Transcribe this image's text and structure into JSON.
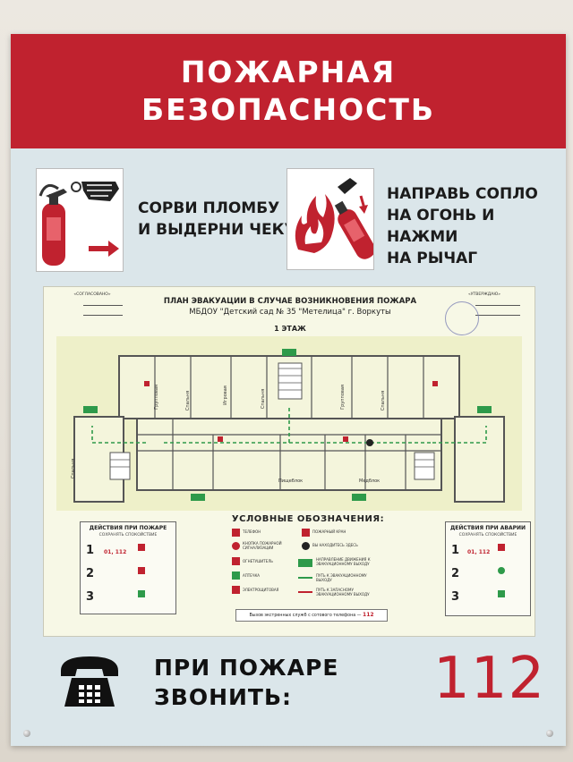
{
  "header": {
    "line1": "ПОЖАРНАЯ",
    "line2": "БЕЗОПАСНОСТЬ"
  },
  "instructions": [
    {
      "line1": "СОРВИ ПЛОМБУ",
      "line2": "И ВЫДЕРНИ ЧЕКУ",
      "icon": "extinguisher-pin-icon"
    },
    {
      "line1": "НАПРАВЬ СОПЛО",
      "line2": "НА ОГОНЬ И НАЖМИ",
      "line3": "НА РЫЧАГ",
      "icon": "extinguisher-spray-icon"
    }
  ],
  "plan": {
    "title": "ПЛАН ЭВАКУАЦИИ В СЛУЧАЕ ВОЗНИКНОВЕНИЯ ПОЖАРА",
    "subtitle": "МБДОУ \"Детский сад № 35 \"Метелица\" г. Воркуты",
    "floor": "1 ЭТАЖ",
    "approved_left": "«СОГЛАСОВАНО»",
    "approved_right": "«УТВЕРЖДАЮ»",
    "legend_title": "УСЛОВНЫЕ ОБОЗНАЧЕНИЯ:",
    "rooms": [
      "Групповая",
      "Спальня",
      "Игровая",
      "Спальня",
      "Групповая",
      "Спальня",
      "Медблок",
      "Пищеблок",
      "Спальня"
    ],
    "legend": [
      "ТЕЛЕФОН",
      "КНОПКА ПОЖАРНОЙ СИГНАЛИЗАЦИИ",
      "ОГНЕТУШИТЕЛЬ",
      "АПТЕЧКА",
      "ЭЛЕКТРОЩИТОВАЯ",
      "ПОЖАРНЫЙ КРАН",
      "ВЫ НАХОДИТЕСЬ ЗДЕСЬ",
      "НАПРАВЛЕНИЕ ДВИЖЕНИЯ К ЭВАКУАЦИОННОМУ ВЫХОДУ",
      "ПУТЬ К ЭВАКУАЦИОННОМУ ВЫХОДУ",
      "ПУТЬ К ЗАПАСНОМУ ЭВАКУАЦИОННОМУ ВЫХОДУ"
    ],
    "fire_actions": {
      "title": "ДЕЙСТВИЯ ПРИ ПОЖАРЕ",
      "subtitle": "СОХРАНЯТЬ СПОКОЙСТВИЕ",
      "steps": [
        "1",
        "2",
        "3"
      ],
      "call_number": "01, 112"
    },
    "accident_actions": {
      "title": "ДЕЙСТВИЯ ПРИ АВАРИИ",
      "subtitle": "СОХРАНЯТЬ СПОКОЙСТВИЕ",
      "steps": [
        "1",
        "2",
        "3"
      ],
      "call_number": "01, 112"
    },
    "mobile_call_text": "Вызов экстренных служб с сотового телефона —",
    "mobile_call_number": "112"
  },
  "footer": {
    "line1": "ПРИ ПОЖАРЕ",
    "line2": "ЗВОНИТЬ:",
    "number": "112",
    "icon": "telephone-icon"
  },
  "colors": {
    "brand_red": "#c0222f",
    "board": "#dbe6ea",
    "plan_bg": "#f7f8e6",
    "exit_green": "#2e9a4a"
  }
}
